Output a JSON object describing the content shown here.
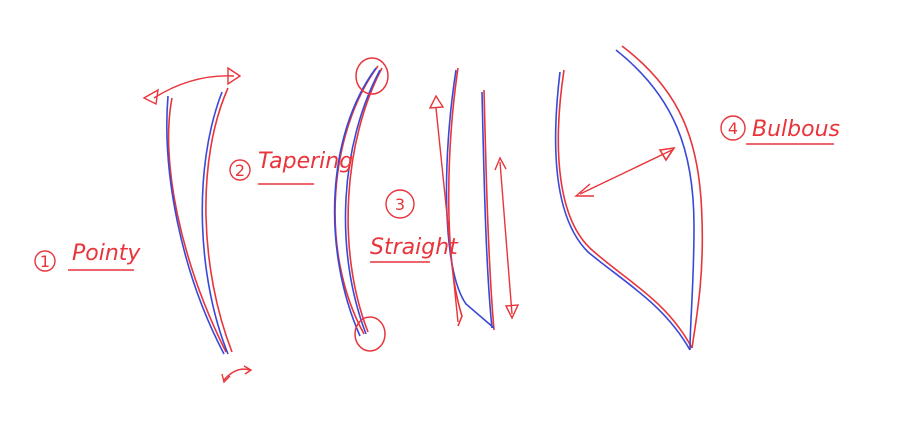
{
  "colors": {
    "red": "#e8343a",
    "blue": "#3a48d8",
    "background": "#ffffff"
  },
  "shapes": [
    {
      "number": "1",
      "label": "Pointy"
    },
    {
      "number": "2",
      "label": "Tapering"
    },
    {
      "number": "3",
      "label": "Straight"
    },
    {
      "number": "4",
      "label": "Bulbous"
    }
  ]
}
